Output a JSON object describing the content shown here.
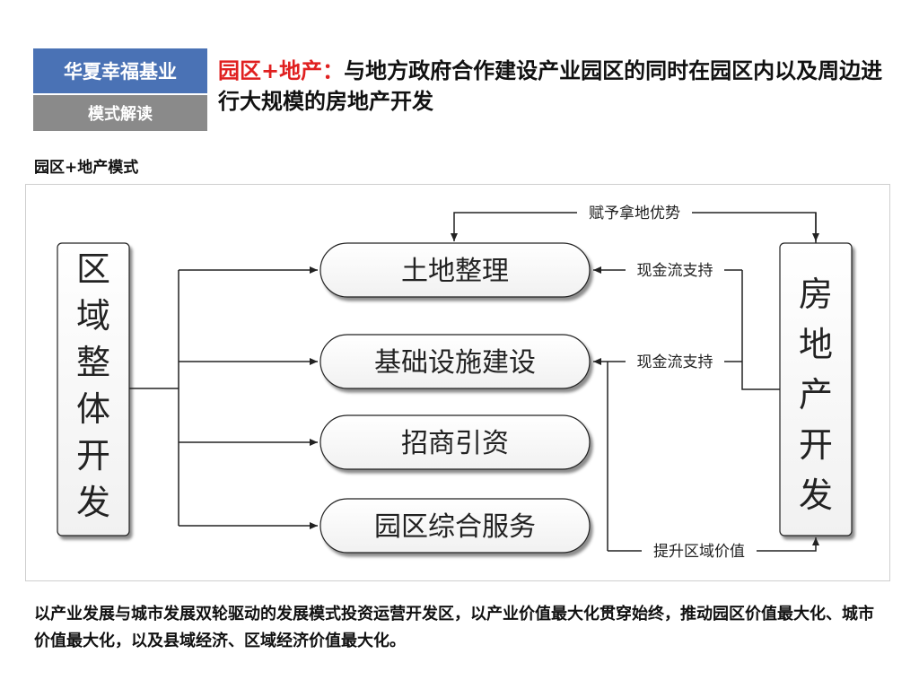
{
  "header": {
    "brand": "华夏幸福基业",
    "subtitle": "模式解读",
    "headline_highlight": "园区+地产：",
    "headline_rest": "与地方政府合作建设产业园区的同时在园区内以及周边进行大规模的房地产开发"
  },
  "section_label": "园区+地产模式",
  "diagram": {
    "left_box": "区域整体开发",
    "right_box": "房地产开发",
    "center_boxes": [
      "土地整理",
      "基础设施建设",
      "招商引资",
      "园区综合服务"
    ],
    "top_label": "赋予拿地优势",
    "support_labels": [
      "现金流支持",
      "现金流支持"
    ],
    "bottom_label": "提升区域价值"
  },
  "caption": "以产业发展与城市发展双轮驱动的发展模式投资运营开发区，以产业价值最大化贯穿始终，推动园区价值最大化、城市价值最大化，以及县域经济、区域经济价值最大化。",
  "colors": {
    "brand_bg": "#4a72b5",
    "sub_bg": "#8a8a8a",
    "highlight": "#e02020"
  }
}
